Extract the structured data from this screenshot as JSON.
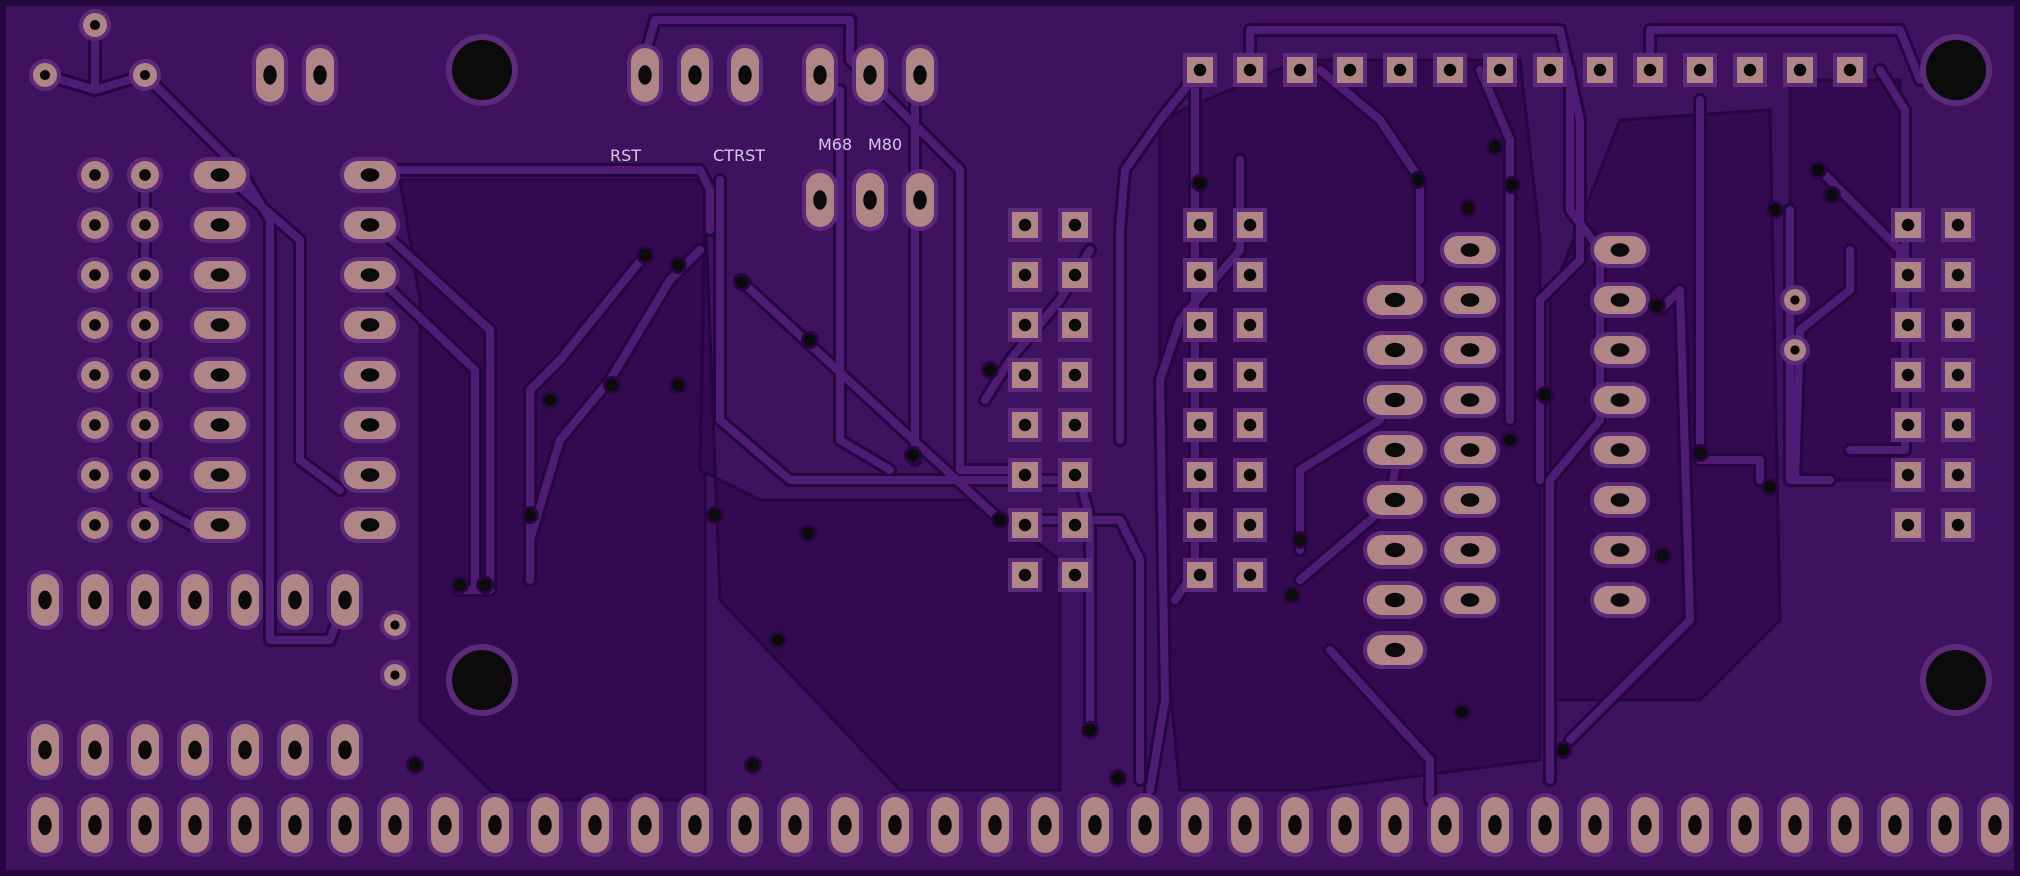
{
  "board": {
    "silkscreen_labels": {
      "rst": "RST",
      "ctrst": "CTRST",
      "m68": "M68",
      "m80": "M80"
    },
    "colors": {
      "board_base": "#3f1260",
      "board_outline": "#24073c",
      "copper_pour": "#33094f",
      "trace": "#4e1c74",
      "trace_edge": "#260640",
      "pad_copper": "#b08585",
      "pad_ring": "#5b2b7a",
      "drill": "#0b0b0b",
      "silkscreen": "#d8c8e8"
    }
  }
}
